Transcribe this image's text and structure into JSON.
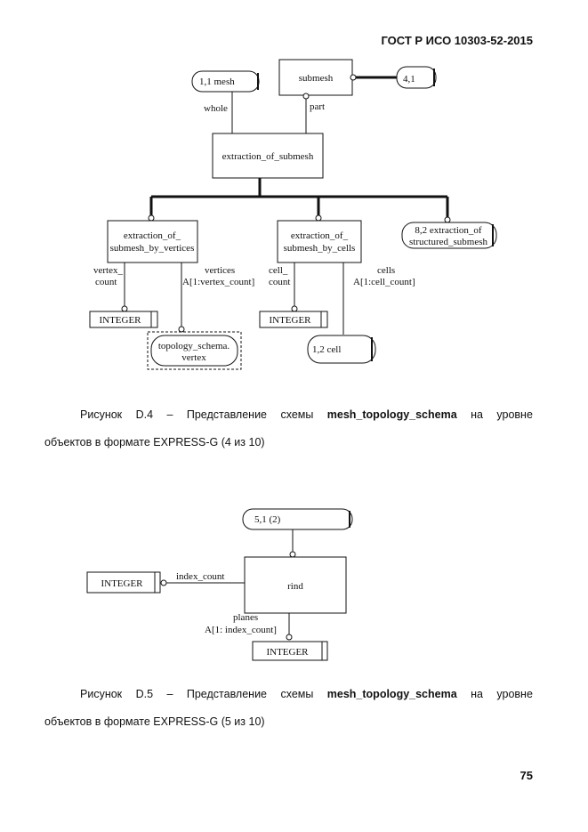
{
  "header": "ГОСТ Р ИСО 10303-52-2015",
  "figure4": {
    "mesh_ref": "1,1 mesh",
    "submesh": "submesh",
    "submesh_ref": "4,1",
    "whole": "whole",
    "part": "part",
    "extraction": "extraction_of_submesh",
    "by_vertices_1": "extraction_of_",
    "by_vertices_2": "submesh_by_vertices",
    "by_cells_1": "extraction_of_",
    "by_cells_2": "submesh_by_cells",
    "structured_1": "8,2 extraction_of",
    "structured_2": "structured_submesh",
    "vertex_count_1": "vertex_",
    "vertex_count_2": "count",
    "vertices_1": "vertices",
    "vertices_2": "A[1:vertex_count]",
    "cell_count_1": "cell_",
    "cell_count_2": "count",
    "cells_1": "cells",
    "cells_2": "A[1:cell_count]",
    "integer_1": "INTEGER",
    "integer_2": "INTEGER",
    "topology_vertex_1": "topology_schema.",
    "topology_vertex_2": "vertex",
    "cell_ref": "1,2 cell"
  },
  "caption4": {
    "w1": "Рисунок",
    "w2": "D.4",
    "w3": "–",
    "w4": "Представление",
    "w5": "схемы",
    "w6": "mesh_topology_schema",
    "w7": "на",
    "w8": "уровне",
    "line2": "объектов в формате EXPRESS-G (4 из 10)"
  },
  "figure5": {
    "ref": "5,1 (2)",
    "rind": "rind",
    "index_count": "index_count",
    "integer_left": "INTEGER",
    "planes_1": "planes",
    "planes_2": "A[1: index_count]",
    "integer_bottom": "INTEGER"
  },
  "caption5": {
    "w1": "Рисунок",
    "w2": "D.5",
    "w3": "–",
    "w4": "Представление",
    "w5": "схемы",
    "w6": "mesh_topology_schema",
    "w7": "на",
    "w8": "уровне",
    "line2": "объектов в формате EXPRESS-G (5 из 10)"
  },
  "page_number": "75"
}
